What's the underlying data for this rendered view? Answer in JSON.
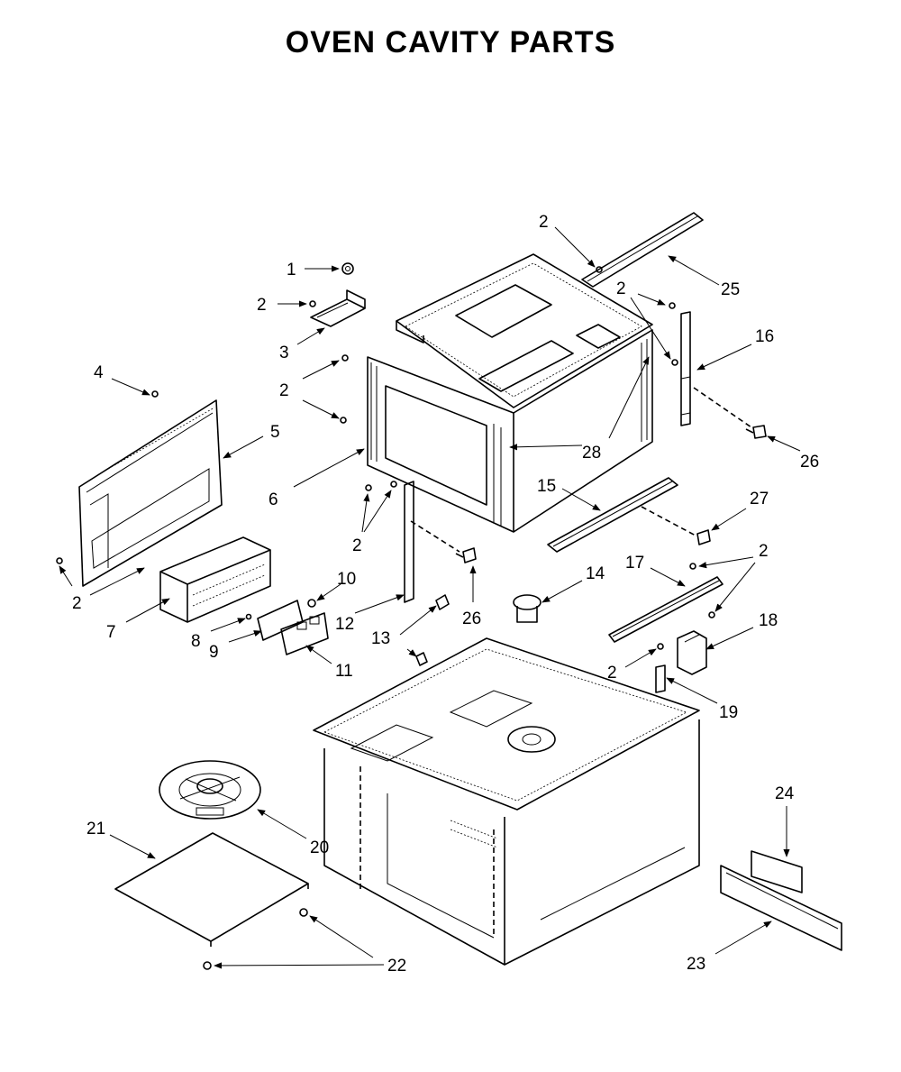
{
  "title": "OVEN CAVITY PARTS",
  "callouts": [
    {
      "id": "c1",
      "label": "1"
    },
    {
      "id": "c2a",
      "label": "2"
    },
    {
      "id": "c3",
      "label": "3"
    },
    {
      "id": "c2b",
      "label": "2"
    },
    {
      "id": "c4",
      "label": "4"
    },
    {
      "id": "c5",
      "label": "5"
    },
    {
      "id": "c6",
      "label": "6"
    },
    {
      "id": "c2c",
      "label": "2"
    },
    {
      "id": "c2d",
      "label": "2"
    },
    {
      "id": "c7",
      "label": "7"
    },
    {
      "id": "c8",
      "label": "8"
    },
    {
      "id": "c9",
      "label": "9"
    },
    {
      "id": "c10",
      "label": "10"
    },
    {
      "id": "c11",
      "label": "11"
    },
    {
      "id": "c12",
      "label": "12"
    },
    {
      "id": "c13",
      "label": "13"
    },
    {
      "id": "c26a",
      "label": "26"
    },
    {
      "id": "c14",
      "label": "14"
    },
    {
      "id": "c2e",
      "label": "2"
    },
    {
      "id": "c25",
      "label": "25"
    },
    {
      "id": "c2f",
      "label": "2"
    },
    {
      "id": "c16",
      "label": "16"
    },
    {
      "id": "c28",
      "label": "28"
    },
    {
      "id": "c26b",
      "label": "26"
    },
    {
      "id": "c15",
      "label": "15"
    },
    {
      "id": "c27",
      "label": "27"
    },
    {
      "id": "c17",
      "label": "17"
    },
    {
      "id": "c2g",
      "label": "2"
    },
    {
      "id": "c18",
      "label": "18"
    },
    {
      "id": "c2h",
      "label": "2"
    },
    {
      "id": "c19",
      "label": "19"
    },
    {
      "id": "c24",
      "label": "24"
    },
    {
      "id": "c20",
      "label": "20"
    },
    {
      "id": "c21",
      "label": "21"
    },
    {
      "id": "c22",
      "label": "22"
    },
    {
      "id": "c23",
      "label": "23"
    }
  ]
}
